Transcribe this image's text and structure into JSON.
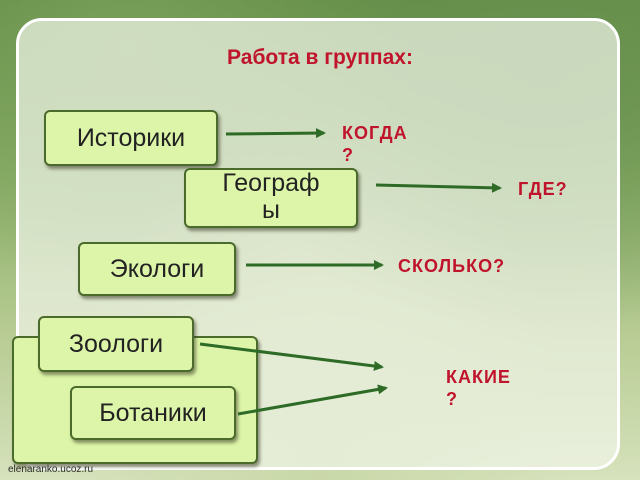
{
  "slide": {
    "title": "Работа в группах:",
    "groups": {
      "historians": "Историки",
      "geographers_line1": "Географ",
      "geographers_line2": "ы",
      "ecologists": "Экологи",
      "zoologists": "Зоологи",
      "botanists": "Ботаники"
    },
    "questions": {
      "when_line1": "КОГДА",
      "when_line2": "?",
      "where": "ГДЕ?",
      "how_many": "СКОЛЬКО?",
      "which_line1": "КАКИЕ",
      "which_line2": "?"
    },
    "watermark": "elenaranko.ucoz.ru"
  },
  "colors": {
    "title_red": "#c0142c",
    "box_fill": "#dcf5a8",
    "arrow_green": "#2e6b26"
  }
}
